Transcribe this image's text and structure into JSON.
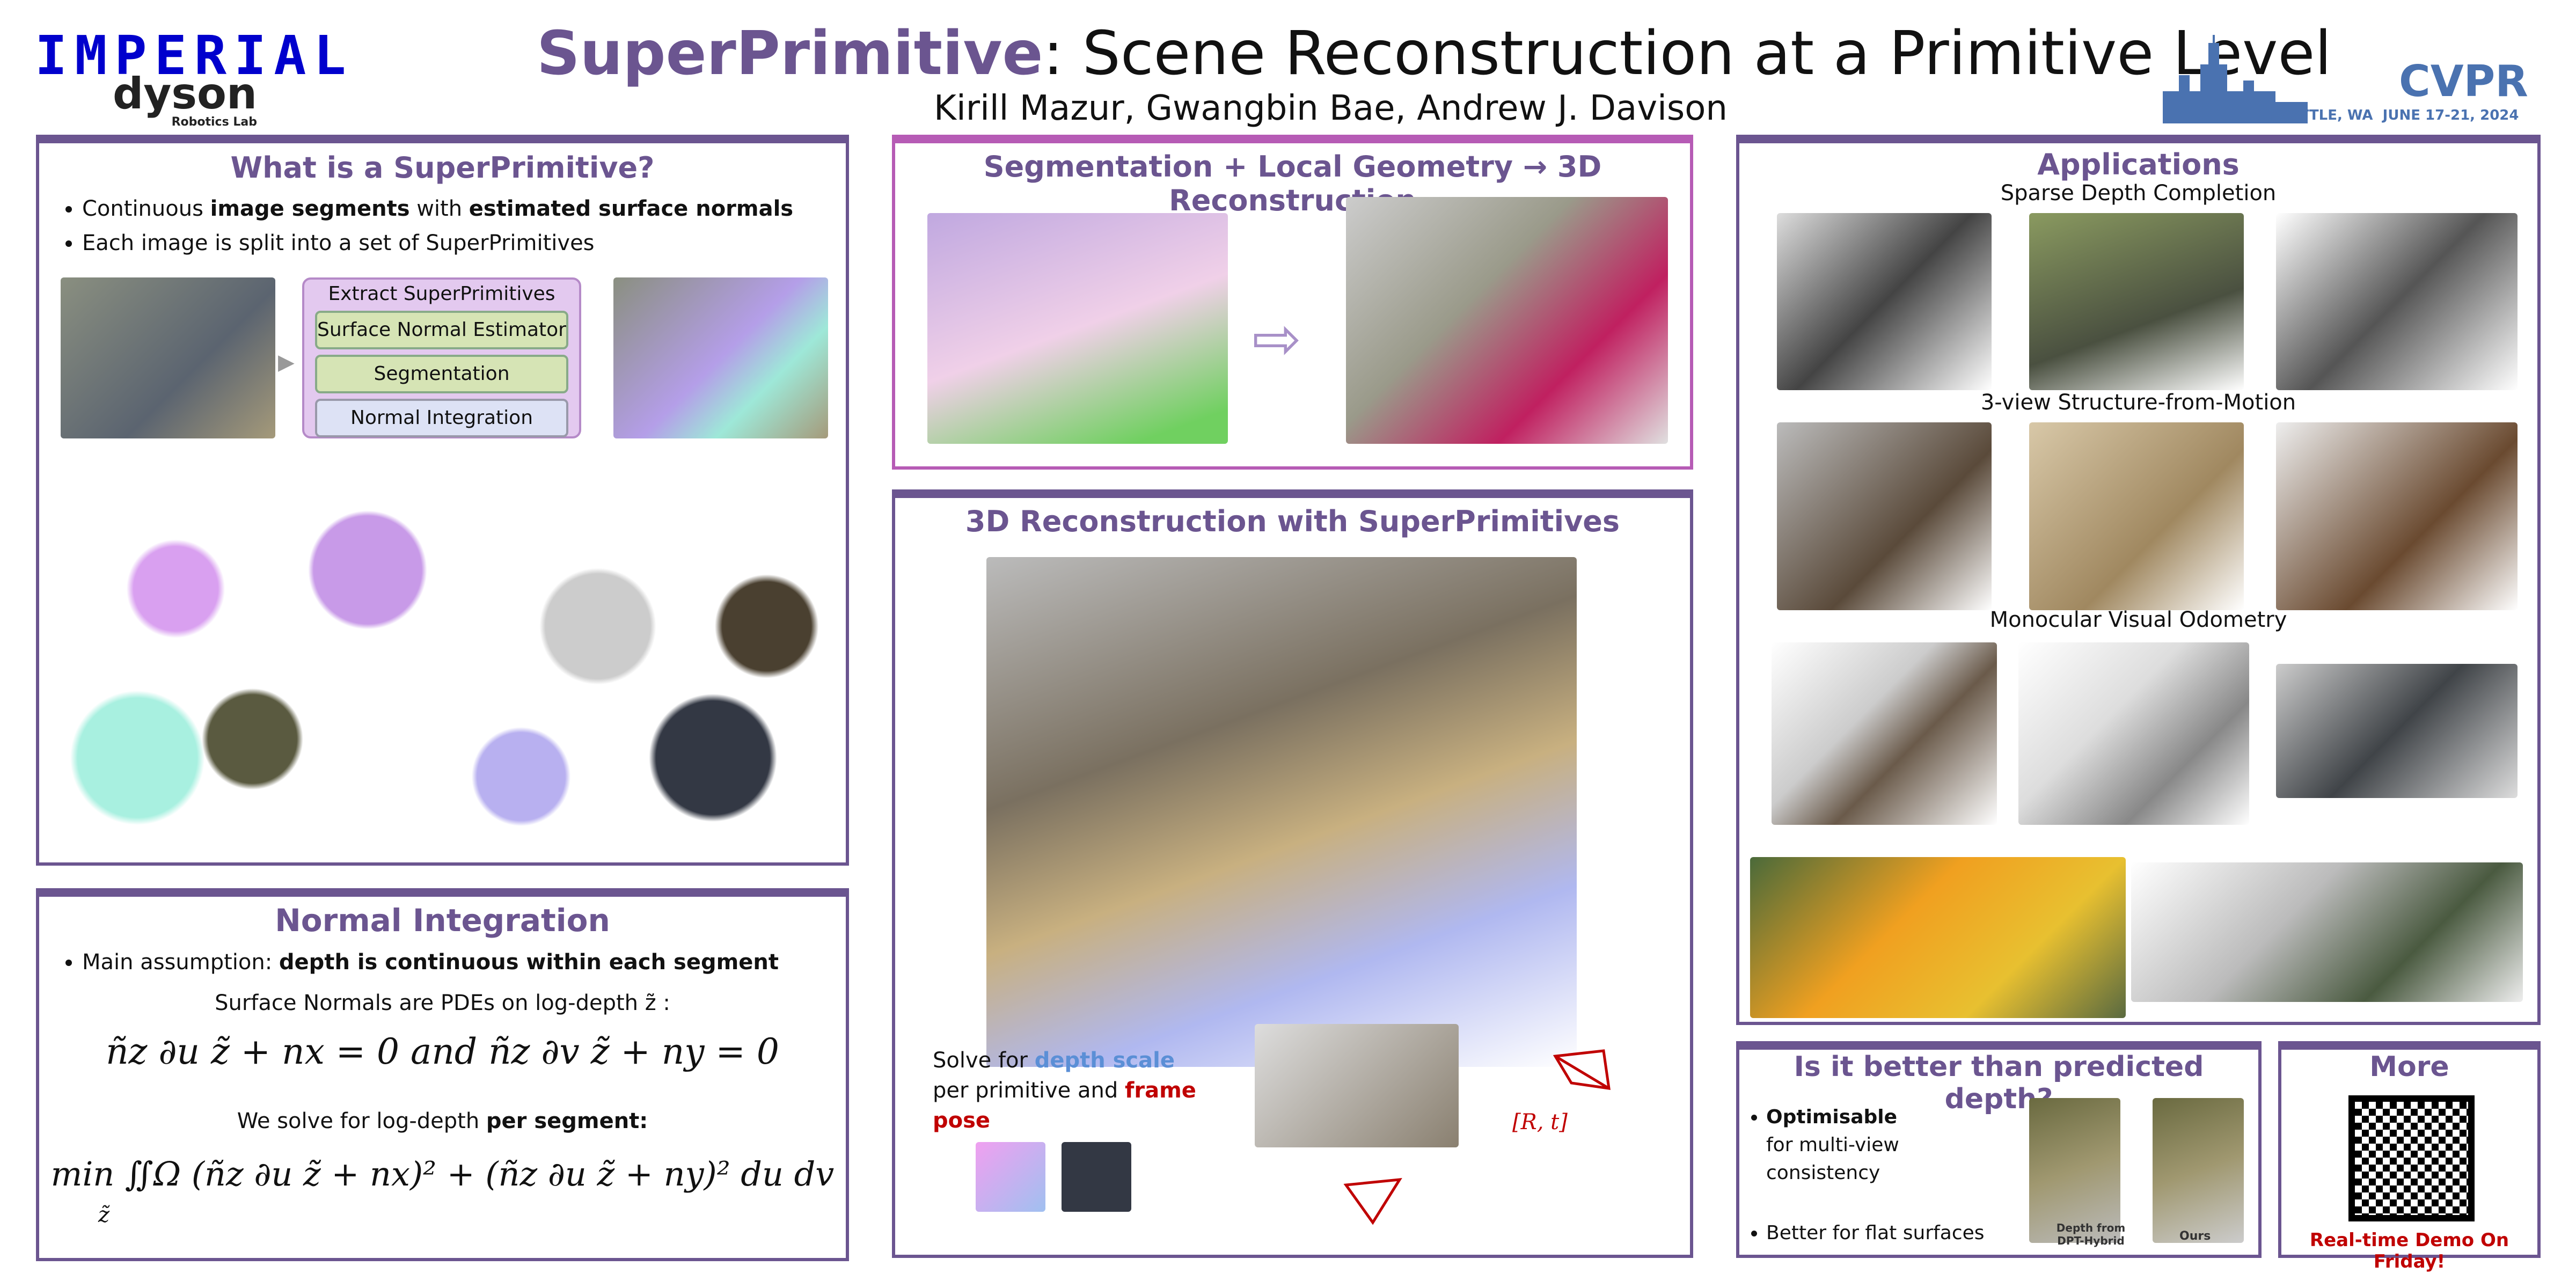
{
  "header": {
    "logo_imperial": "IMPERIAL",
    "logo_dyson": "dyson",
    "logo_dyson_sub": "Robotics Lab",
    "title_highlight": "SuperPrimitive",
    "title_rest": ": Scene Reconstruction at a Primitive Level",
    "authors": "Kirill Mazur, Gwangbin Bae, Andrew J. Davison",
    "cvpr_logo": "CVPR",
    "cvpr_location": "SEATTLE, WA",
    "cvpr_dates": "JUNE 17-21, 2024"
  },
  "what": {
    "heading": "What is a SuperPrimitive?",
    "bullet1_pre": "Continuous ",
    "bullet1_b1": "image segments",
    "bullet1_mid": " with ",
    "bullet1_b2": "estimated surface normals",
    "bullet2": "Each image is split into a set of SuperPrimitives",
    "pipeline_title": "Extract SuperPrimitives",
    "pipeline_steps": [
      "Surface Normal Estimator",
      "Segmentation",
      "Normal Integration"
    ]
  },
  "normal": {
    "heading": "Normal Integration",
    "bullet_pre": "Main assumption: ",
    "bullet_bold": "depth is continuous within each segment",
    "line1": "Surface Normals are PDEs on log-depth z̃ :",
    "eq1": "ñz ∂u z̃ + nx = 0   and   ñz ∂v z̃ + ny = 0",
    "line2_pre": "We solve for log-depth ",
    "line2_bold": "per segment:",
    "eq2": "min ∬Ω (ñz ∂u z̃ + nx)² + (ñz ∂u z̃ + ny)² du dv",
    "eq2_sub": "z̃"
  },
  "seg": {
    "heading": "Segmentation + Local Geometry → 3D Reconstruction"
  },
  "recon": {
    "heading": "3D Reconstruction with SuperPrimitives",
    "solve_pre": "Solve for ",
    "solve_b1": "depth scale",
    "solve_mid": " per primitive and ",
    "solve_b2": "frame pose",
    "pose_label": "[R, t]"
  },
  "apps": {
    "heading": "Applications",
    "sections": [
      "Sparse Depth Completion",
      "3-view Structure-from-Motion",
      "Monocular Visual Odometry"
    ]
  },
  "better": {
    "heading": "Is it better than predicted depth?",
    "b1_bold": "Optimisable",
    "b1_rest": "for multi-view consistency",
    "b2": "Better for flat surfaces",
    "cap_left": "Depth from DPT-Hybrid",
    "cap_right": "Ours"
  },
  "more": {
    "heading": "More",
    "demo": "Real-time Demo On Friday!"
  },
  "colors": {
    "accent": "#6b5590",
    "pink": "#b65bb5",
    "depth": "#5b8fd6",
    "pose": "#c00000",
    "imperial": "#0000cd",
    "cvpr": "#4a72b0"
  }
}
